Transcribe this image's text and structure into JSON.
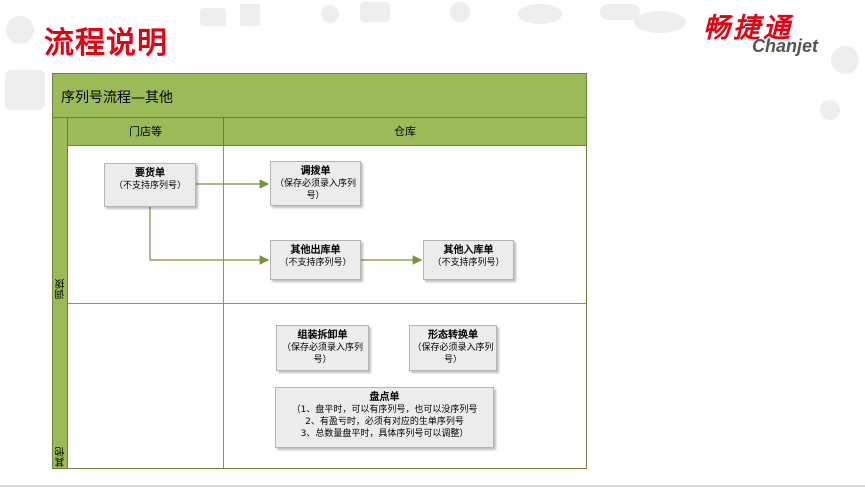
{
  "page": {
    "title": "流程说明",
    "logo_cn": "畅捷通",
    "logo_en": "Chanjet"
  },
  "diagram": {
    "header": "序列号流程—其他",
    "columns": [
      "门店等",
      "仓库"
    ],
    "lanes": [
      "调拨",
      "其他"
    ],
    "nodes": {
      "yaohuo": {
        "name": "要货单",
        "note": "（不支持序列号）"
      },
      "diaobo": {
        "name": "调拨单",
        "note": "（保存必须录入序列号）"
      },
      "qitachuku": {
        "name": "其他出库单",
        "note": "（不支持序列号）"
      },
      "qitaruku": {
        "name": "其他入库单",
        "note": "（不支持序列号）"
      },
      "zuzhuang": {
        "name": "组装拆卸单",
        "note": "（保存必须录入序列号）"
      },
      "xingtai": {
        "name": "形态转换单",
        "note": "（保存必须录入序列号）"
      },
      "pandian": {
        "name": "盘点单",
        "lines": [
          "（1、盘平时，可以有序列号，也可以没序列号",
          "2、有盈亏时，必须有对应的生单序列号",
          "3、总数量盘平时，具体序列号可以调整）"
        ]
      }
    },
    "colors": {
      "accent": "#9bbb59",
      "arrow": "#77933c",
      "title_red": "#e60012"
    }
  }
}
